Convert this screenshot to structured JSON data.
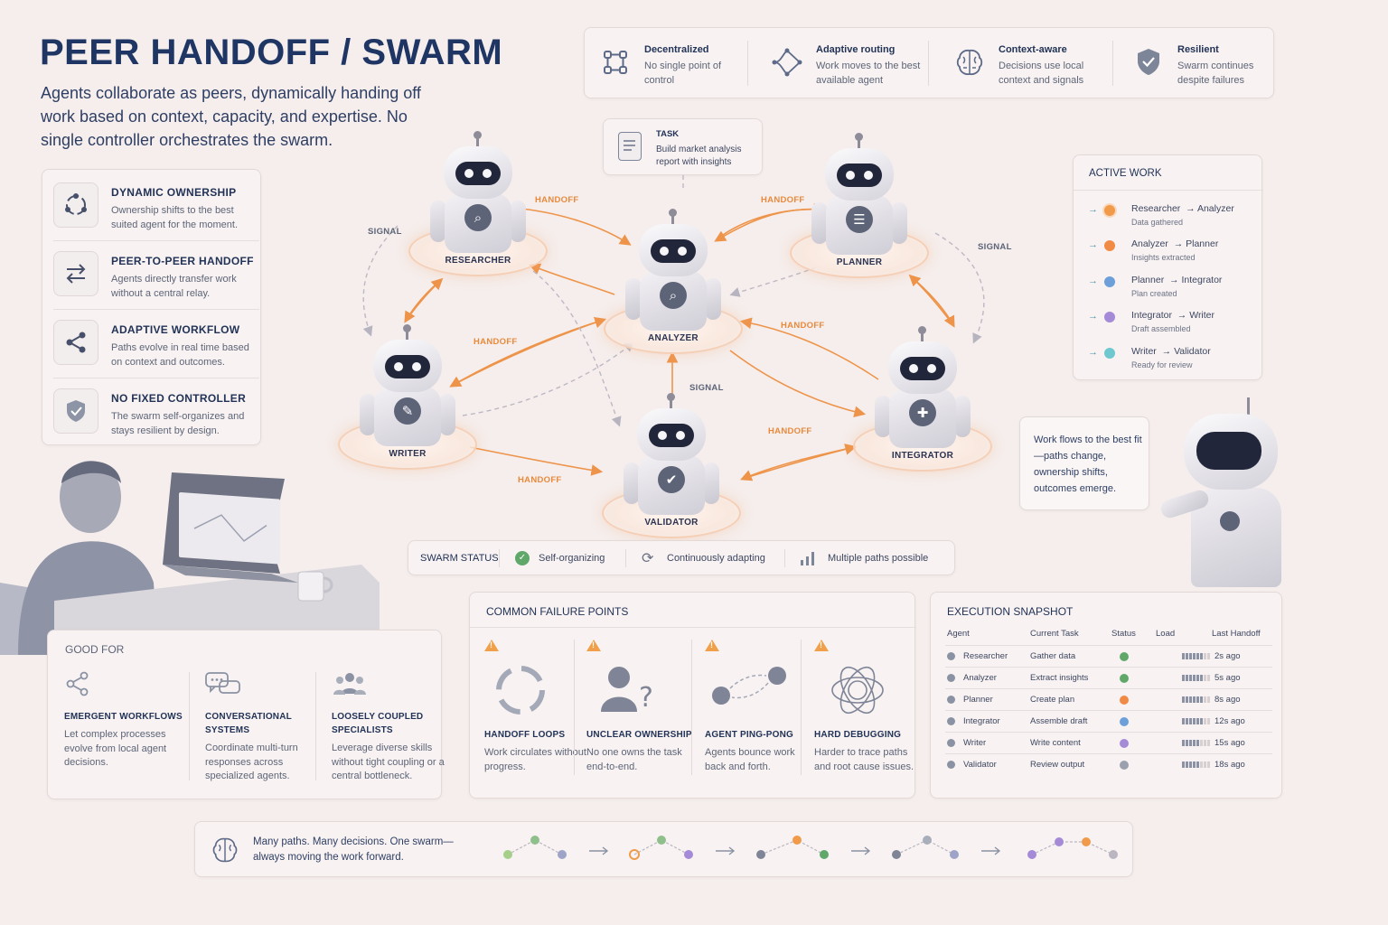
{
  "header": {
    "title": "PEER HANDOFF / SWARM",
    "subtitle": "Agents collaborate as peers, dynamically handing off work based on context, capacity, and expertise. No single controller orchestrates the swarm."
  },
  "features": [
    {
      "title": "DYNAMIC OWNERSHIP",
      "desc": "Ownership shifts to the best suited agent for the moment.",
      "icon": "cycle-icon"
    },
    {
      "title": "PEER-TO-PEER HANDOFF",
      "desc": "Agents directly transfer work without a central relay.",
      "icon": "swap-arrows-icon"
    },
    {
      "title": "ADAPTIVE WORKFLOW",
      "desc": "Paths evolve in real time based on context and outcomes.",
      "icon": "share-icon"
    },
    {
      "title": "NO FIXED CONTROLLER",
      "desc": "The swarm self-organizes and stays resilient by design.",
      "icon": "shield-check-icon"
    }
  ],
  "top_features": [
    {
      "title": "Decentralized",
      "desc": "No single point of control",
      "icon": "nodes-icon"
    },
    {
      "title": "Adaptive routing",
      "desc": "Work moves to the best available agent",
      "icon": "routing-icon"
    },
    {
      "title": "Context-aware",
      "desc": "Decisions use local context and signals",
      "icon": "brain-icon"
    },
    {
      "title": "Resilient",
      "desc": "Swarm continues despite failures",
      "icon": "shield-check-icon"
    }
  ],
  "task": {
    "label": "TASK",
    "text": "Build market analysis report with insights"
  },
  "agents": {
    "researcher": "RESEARCHER",
    "analyzer": "ANALYZER",
    "planner": "PLANNER",
    "writer": "WRITER",
    "integrator": "INTEGRATOR",
    "validator": "VALIDATOR"
  },
  "edge_labels": {
    "handoff": "HANDOFF",
    "signal": "SIGNAL"
  },
  "active_work": {
    "title": "ACTIVE WORK",
    "items": [
      {
        "from": "Researcher",
        "to": "Analyzer",
        "status": "Data gathered",
        "color": "#f09a4a"
      },
      {
        "from": "Analyzer",
        "to": "Planner",
        "status": "Insights extracted",
        "color": "#f08a45"
      },
      {
        "from": "Planner",
        "to": "Integrator",
        "status": "Plan created",
        "color": "#6d9fd8"
      },
      {
        "from": "Integrator",
        "to": "Writer",
        "status": "Draft assembled",
        "color": "#a58ad8"
      },
      {
        "from": "Writer",
        "to": "Validator",
        "status": "Ready for review",
        "color": "#6fc8d0"
      }
    ]
  },
  "speech": "Work flows to the best fit—paths change, ownership shifts, outcomes emerge.",
  "swarm_status": {
    "label": "SWARM STATUS",
    "items": [
      "Self-organizing",
      "Continuously adapting",
      "Multiple paths possible"
    ]
  },
  "good_for": {
    "title": "GOOD FOR",
    "items": [
      {
        "title": "EMERGENT WORKFLOWS",
        "desc": "Let complex processes evolve from local agent decisions.",
        "icon": "share-icon"
      },
      {
        "title": "CONVERSATIONAL SYSTEMS",
        "desc": "Coordinate multi-turn responses across specialized agents.",
        "icon": "chat-bubbles-icon"
      },
      {
        "title": "LOOSELY COUPLED SPECIALISTS",
        "desc": "Leverage diverse skills without tight coupling or a central bottleneck.",
        "icon": "people-icon"
      }
    ]
  },
  "failures": {
    "title": "COMMON FAILURE POINTS",
    "items": [
      {
        "title": "HANDOFF LOOPS",
        "desc": "Work circulates without progress.",
        "icon": "loop-arrows-icon"
      },
      {
        "title": "UNCLEAR OWNERSHIP",
        "desc": "No one owns the task end-to-end.",
        "icon": "person-question-icon"
      },
      {
        "title": "AGENT PING-PONG",
        "desc": "Agents bounce work back and forth.",
        "icon": "ping-pong-icon"
      },
      {
        "title": "HARD DEBUGGING",
        "desc": "Harder to trace paths and root cause issues.",
        "icon": "tangle-icon"
      }
    ]
  },
  "execution": {
    "title": "EXECUTION SNAPSHOT",
    "headers": [
      "Agent",
      "Current Task",
      "Status",
      "Load",
      "Last Handoff"
    ],
    "rows": [
      {
        "agent": "Researcher",
        "task": "Gather data",
        "status_color": "#5fa86a",
        "load": 0.8,
        "last": "2s ago"
      },
      {
        "agent": "Analyzer",
        "task": "Extract insights",
        "status_color": "#5fa86a",
        "load": 0.8,
        "last": "5s ago"
      },
      {
        "agent": "Planner",
        "task": "Create plan",
        "status_color": "#f08a45",
        "load": 0.8,
        "last": "8s ago"
      },
      {
        "agent": "Integrator",
        "task": "Assemble draft",
        "status_color": "#6d9fd8",
        "load": 0.8,
        "last": "12s ago"
      },
      {
        "agent": "Writer",
        "task": "Write content",
        "status_color": "#a58ad8",
        "load": 0.6,
        "last": "15s ago"
      },
      {
        "agent": "Validator",
        "task": "Review output",
        "status_color": "#9aa0ad",
        "load": 0.6,
        "last": "18s ago"
      }
    ]
  },
  "footer": {
    "text": "Many paths. Many decisions. One swarm—always moving the work forward."
  },
  "colors": {
    "accent_orange": "#e88a3c",
    "navy": "#1f3563",
    "background": "#f5eeec"
  }
}
